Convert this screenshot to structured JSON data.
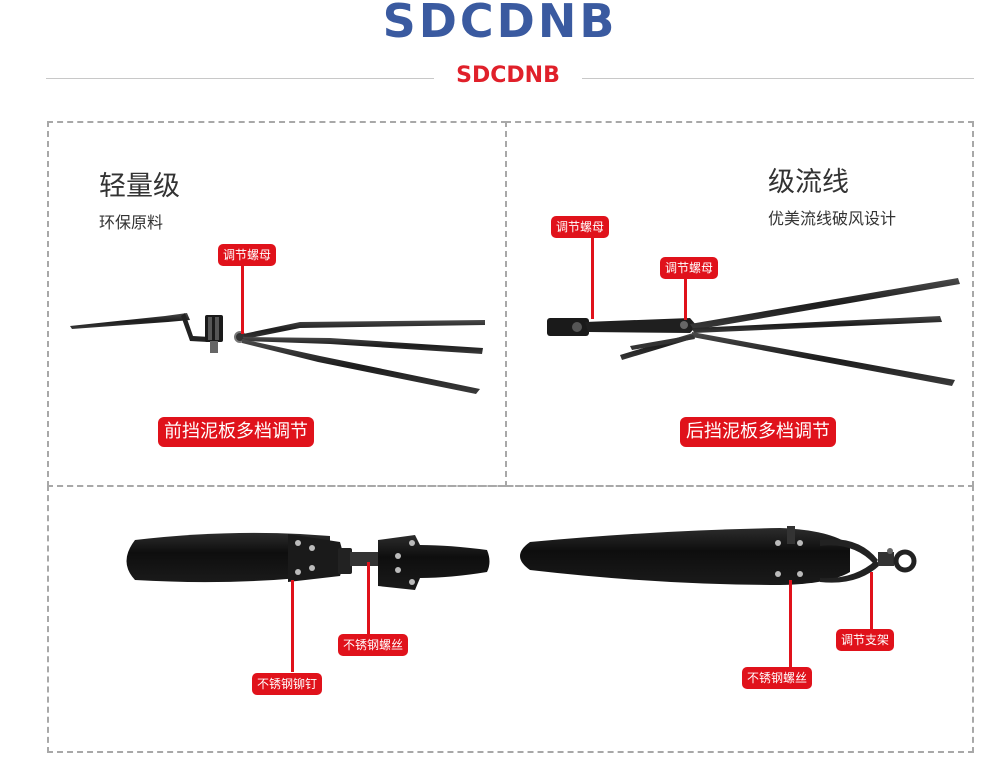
{
  "header": {
    "brand": "SDCDNB",
    "sub_brand": "SDCDNB"
  },
  "panel_front": {
    "heading": "轻量级",
    "subheading": "环保原料",
    "nut_label": "调节螺母",
    "caption": "前挡泥板多档调节"
  },
  "panel_rear": {
    "heading": "级流线",
    "subheading": "优美流线破风设计",
    "nut_label_1": "调节螺母",
    "nut_label_2": "调节螺母",
    "caption": "后挡泥板多档调节"
  },
  "panel_bottom": {
    "front_screw_label": "不锈钢螺丝",
    "front_rivet_label": "不锈钢铆钉",
    "rear_bracket_label": "调节支架",
    "rear_screw_label": "不锈钢螺丝"
  },
  "colors": {
    "brand_blue": "#3a5aa0",
    "accent_red": "#e0121b",
    "sub_brand_red": "#e0202a"
  }
}
